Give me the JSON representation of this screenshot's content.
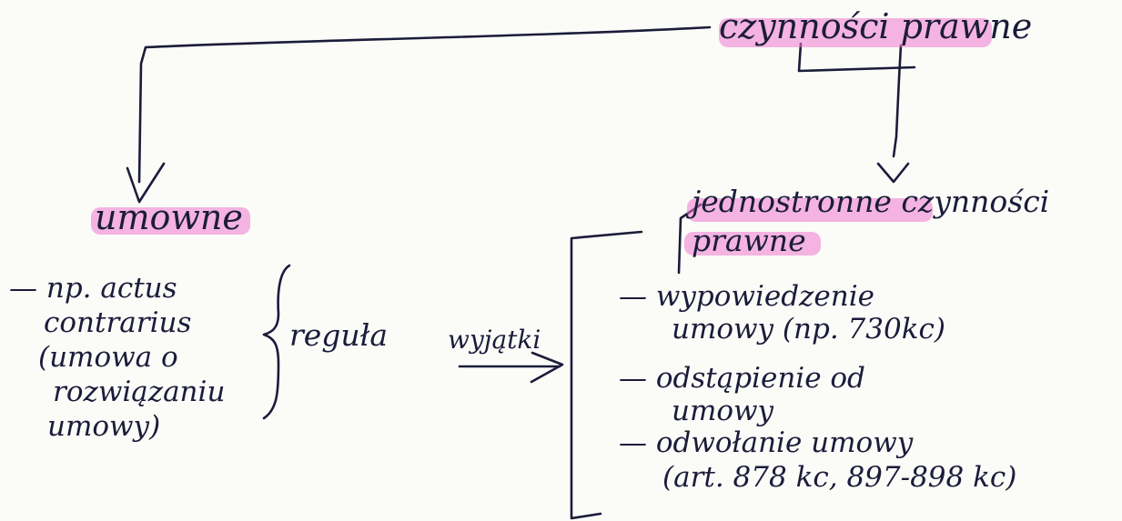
{
  "root": {
    "label": "czynności prawne",
    "highlight": "#ee78cd"
  },
  "left_branch": {
    "label": "umowne",
    "items": [
      "— np. actus",
      "contrarius",
      "(umowa o",
      "rozwiązaniu",
      "umowy)"
    ],
    "brace_note": "reguła",
    "arrow_label": "wyjątki"
  },
  "right_branch": {
    "label_line1": "jednostronne czynności",
    "label_line2": "prawne",
    "items": [
      {
        "lines": [
          "— wypowiedzenie",
          "umowy (np. 730kc)"
        ]
      },
      {
        "lines": [
          "— odstąpienie od",
          "umowy"
        ]
      },
      {
        "lines": [
          "— odwołanie umowy",
          "(art. 878 kc, 897-898 kc)"
        ]
      }
    ]
  },
  "ink_color": "#1b1c3a"
}
